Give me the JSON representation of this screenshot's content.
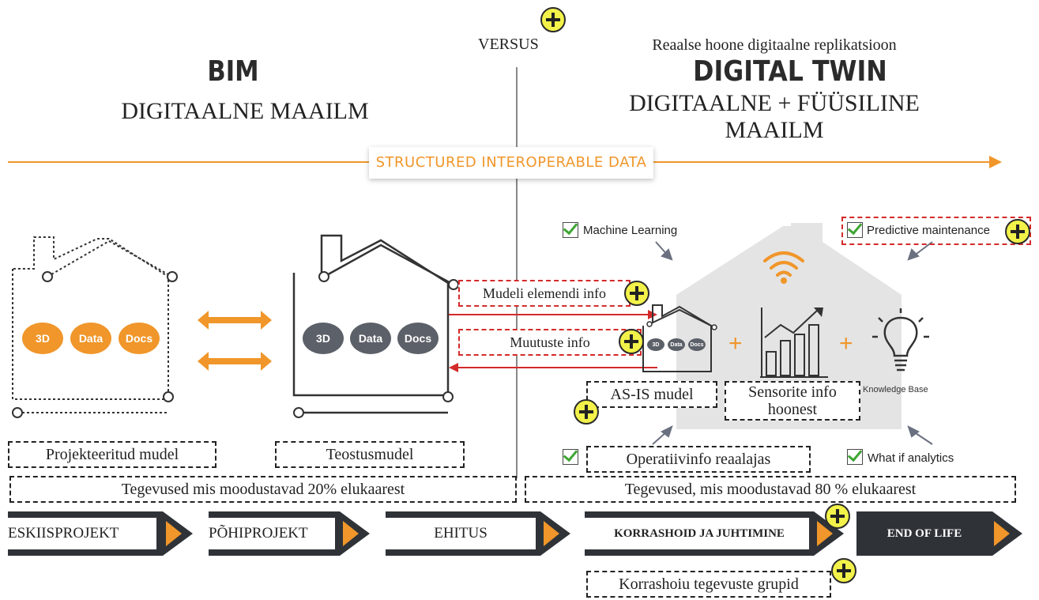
{
  "header": {
    "versus": "VERSUS",
    "bim_title": "BIM",
    "bim_subtitle": "DIGITAALNE MAAILM",
    "twin_caption": "Reaalse hoone digitaalne replikatsioon",
    "twin_title": "DIGITAL TWIN",
    "twin_subtitle_line1": "DIGITAALNE  + FÜÜSILINE",
    "twin_subtitle_line2": "MAAILM"
  },
  "data_banner": "STRUCTURED INTEROPERABLE DATA",
  "bim_house_labels": [
    "3D",
    "Data",
    "Docs"
  ],
  "flow_labels": {
    "element_info": "Mudeli elemendi info",
    "changes_info": "Muutuste info"
  },
  "twin_features": {
    "machine_learning": "Machine Learning",
    "predictive_maintenance": "Predictive maintenance",
    "what_if": "What if analytics",
    "knowledge_base": "Knowledge Base"
  },
  "twin_boxes": {
    "as_is": "AS-IS mudel",
    "sensor_line1": "Sensorite info",
    "sensor_line2": "hoonest",
    "operative": "Operatiivinfo reaalajas"
  },
  "models": {
    "designed": "Projekteeritud mudel",
    "as_built": "Teostusmudel"
  },
  "lifecycle": {
    "left": "Tegevused mis moodustavad 20% elukaarest",
    "right": "Tegevused, mis moodustavad 80 % elukaarest"
  },
  "phases": [
    "ESKIISPROJEKT",
    "PÕHIPROJEKT",
    "EHITUS",
    "KORRASHOID JA JUHTIMINE",
    "END OF LIFE"
  ],
  "maintenance_groups": "Korrashoiu tegevuste grupid",
  "colors": {
    "orange": "#f0962a",
    "dark_gray": "#2f3338",
    "circle_gray": "#5c6068",
    "red_dash": "#d42a2a",
    "plus_yellow": "#f2f24a"
  }
}
